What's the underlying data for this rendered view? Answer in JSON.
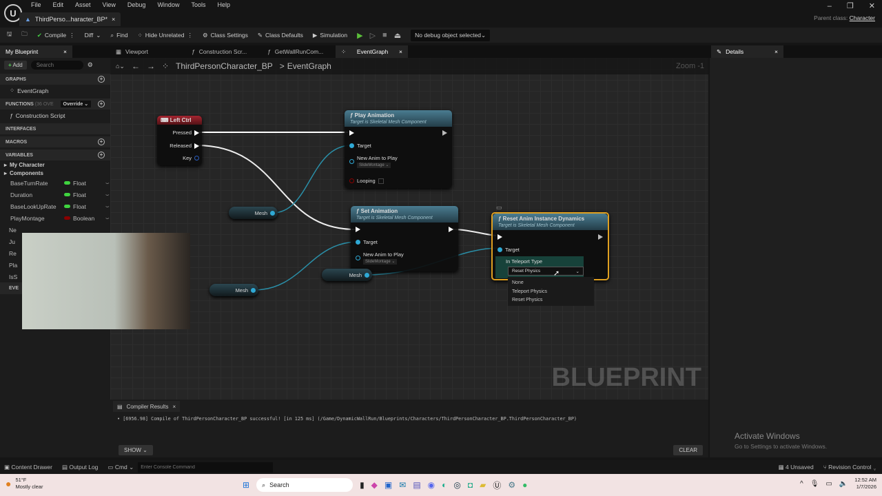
{
  "menu": [
    "File",
    "Edit",
    "Asset",
    "View",
    "Debug",
    "Window",
    "Tools",
    "Help"
  ],
  "doc_tab": "ThirdPerso...haracter_BP*",
  "parent_label": "Parent class:",
  "parent_class": "Character",
  "toolbar": {
    "compile": "Compile",
    "diff": "Diff",
    "find": "Find",
    "hide_unrelated": "Hide Unrelated",
    "class_settings": "Class Settings",
    "class_defaults": "Class Defaults",
    "simulation": "Simulation",
    "debug_object": "No debug object selected"
  },
  "tabs": {
    "my_blueprint": "My Blueprint",
    "viewport": "Viewport",
    "construction": "Construction Scr...",
    "getwallrun": "GetWallRunCom...",
    "eventgraph": "EventGraph",
    "details": "Details"
  },
  "left": {
    "add": "Add",
    "search_placeholder": "Search",
    "graphs": "GRAPHS",
    "eventgraph": "EventGraph",
    "functions": "FUNCTIONS",
    "functions_count": "(36 OVE",
    "override": "Override",
    "construction_script": "Construction Script",
    "interfaces": "INTERFACES",
    "macros": "MACROS",
    "variables": "VARIABLES",
    "my_character": "My Character",
    "components": "Components",
    "vars": [
      {
        "name": "BaseTurnRate",
        "type": "Float",
        "color": "#3fd43f"
      },
      {
        "name": "Duration",
        "type": "Float",
        "color": "#3fd43f"
      },
      {
        "name": "BaseLookUpRate",
        "type": "Float",
        "color": "#3fd43f"
      },
      {
        "name": "PlayMontage",
        "type": "Boolean",
        "color": "#8a0000"
      }
    ],
    "partial": [
      "Ne",
      "Ju",
      "Re",
      "Pla",
      "IsS",
      "EVE"
    ]
  },
  "breadcrumb": {
    "bp": "ThirdPersonCharacter_BP",
    "sep": ">",
    "graph": "EventGraph",
    "zoom": "Zoom -1"
  },
  "nodes": {
    "leftctrl": {
      "title": "Left Ctrl",
      "pressed": "Pressed",
      "released": "Released",
      "key": "Key"
    },
    "play": {
      "title": "Play Animation",
      "sub": "Target is Skeletal Mesh Component",
      "target": "Target",
      "anim": "New Anim to Play",
      "anim_val": "SlideMontage",
      "looping": "Looping"
    },
    "set": {
      "title": "Set Animation",
      "sub": "Target is Skeletal Mesh Component",
      "target": "Target",
      "anim": "New Anim to Play",
      "anim_val": "SlideMontage"
    },
    "reset": {
      "title": "Reset Anim Instance Dynamics",
      "sub": "Target is Skeletal Mesh Component",
      "target": "Target",
      "teleport": "In Teleport Type",
      "selected": "Reset Physics",
      "options": [
        "None",
        "Teleport Physics",
        "Reset Physics"
      ]
    },
    "mesh": "Mesh"
  },
  "watermark": "BLUEPRINT",
  "compiler": {
    "tab": "Compiler Results",
    "message": "[6956.98] Compile of ThirdPersonCharacter_BP successful! [in 125 ms] (/Game/DynamicWallRun/Blueprints/Characters/ThirdPersonCharacter_BP.ThirdPersonCharacter_BP)",
    "show": "SHOW",
    "clear": "CLEAR"
  },
  "activate": {
    "title": "Activate Windows",
    "sub": "Go to Settings to activate Windows."
  },
  "status": {
    "content_drawer": "Content Drawer",
    "output_log": "Output Log",
    "cmd": "Cmd",
    "console_placeholder": "Enter Console Command",
    "unsaved": "4 Unsaved",
    "revision": "Revision Control"
  },
  "taskbar": {
    "temp": "51°F",
    "weather": "Mostly clear",
    "search": "Search",
    "time": "12:52 AM",
    "date": "1/7/2026"
  }
}
